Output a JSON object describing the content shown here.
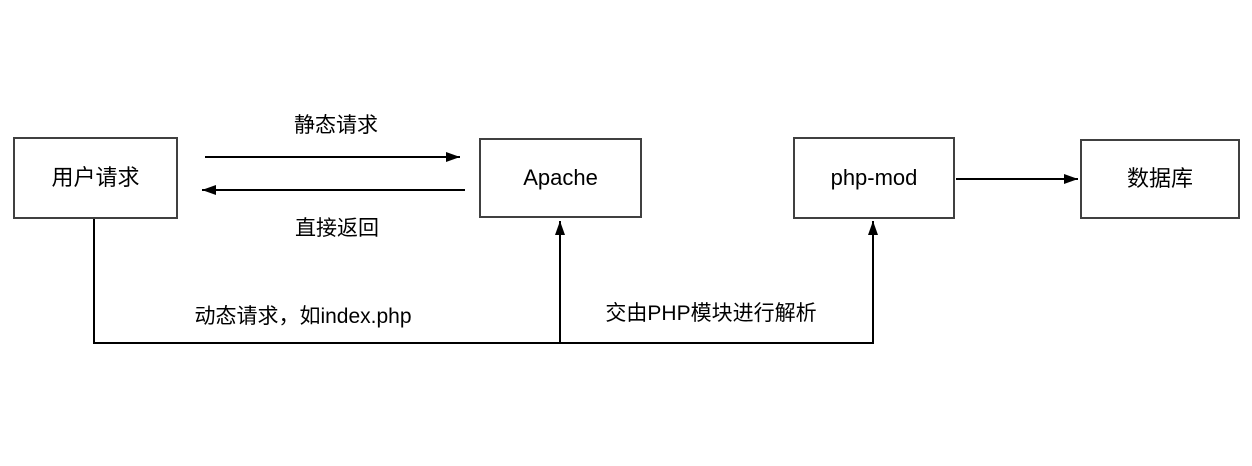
{
  "diagram": {
    "background_color": "#ffffff",
    "connector_color": "#000000",
    "box_border_color": "#404040",
    "text_color": "#000000",
    "nodes": [
      {
        "id": "user-request",
        "label": "用户请求"
      },
      {
        "id": "apache",
        "label": "Apache"
      },
      {
        "id": "php-mod",
        "label": "php-mod"
      },
      {
        "id": "database",
        "label": "数据库"
      }
    ],
    "edges": [
      {
        "id": "static-request",
        "from": "用户请求",
        "to": "Apache",
        "label": "静态请求",
        "arrow": "right"
      },
      {
        "id": "direct-return",
        "from": "Apache",
        "to": "用户请求",
        "label": "直接返回",
        "arrow": "left"
      },
      {
        "id": "dynamic-request",
        "from": "用户请求",
        "to": "Apache",
        "label": "动态请求，如index.php",
        "arrow": "up"
      },
      {
        "id": "php-parse",
        "from": "Apache",
        "to": "php-mod",
        "label": "交由PHP模块进行解析",
        "arrow": "up"
      },
      {
        "id": "db-query",
        "from": "php-mod",
        "to": "数据库",
        "label": "",
        "arrow": "right"
      }
    ]
  }
}
